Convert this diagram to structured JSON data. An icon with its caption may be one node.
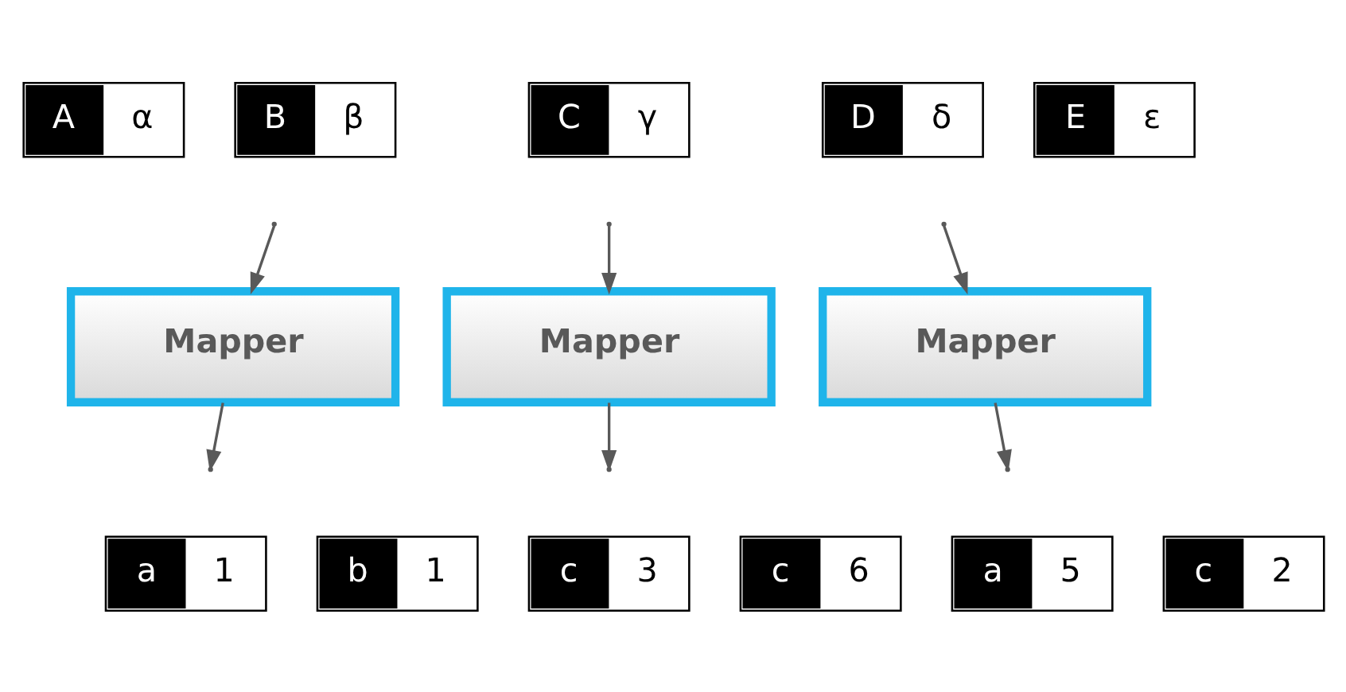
{
  "diagram": {
    "nodes": [
      {
        "text": [
          "A",
          "α"
        ]
      },
      {
        "text": [
          "B",
          "β"
        ]
      },
      {
        "text": [
          "C",
          "γ"
        ]
      },
      {
        "text": [
          "D",
          "δ"
        ]
      },
      {
        "text": [
          "E",
          "ε"
        ]
      },
      {
        "text": [
          "Mapper"
        ]
      },
      {
        "text": [
          "Mapper"
        ]
      },
      {
        "text": [
          "Mapper"
        ]
      },
      {
        "text": [
          "a",
          "1"
        ]
      },
      {
        "text": [
          "b",
          "1"
        ]
      },
      {
        "text": [
          "c",
          "3"
        ]
      },
      {
        "text": [
          "c",
          "6"
        ]
      },
      {
        "text": [
          "a",
          "5"
        ]
      },
      {
        "text": [
          "c",
          "2"
        ]
      }
    ],
    "edges": [
      {
        "from": null,
        "to": 5,
        "arrow": "to"
      },
      {
        "from": null,
        "to": 6,
        "arrow": "to"
      },
      {
        "from": null,
        "to": 7,
        "arrow": "to"
      },
      {
        "from": 5,
        "to": null,
        "arrow": "to"
      },
      {
        "from": 6,
        "to": null,
        "arrow": "to"
      },
      {
        "from": 7,
        "to": null,
        "arrow": "to"
      }
    ]
  }
}
